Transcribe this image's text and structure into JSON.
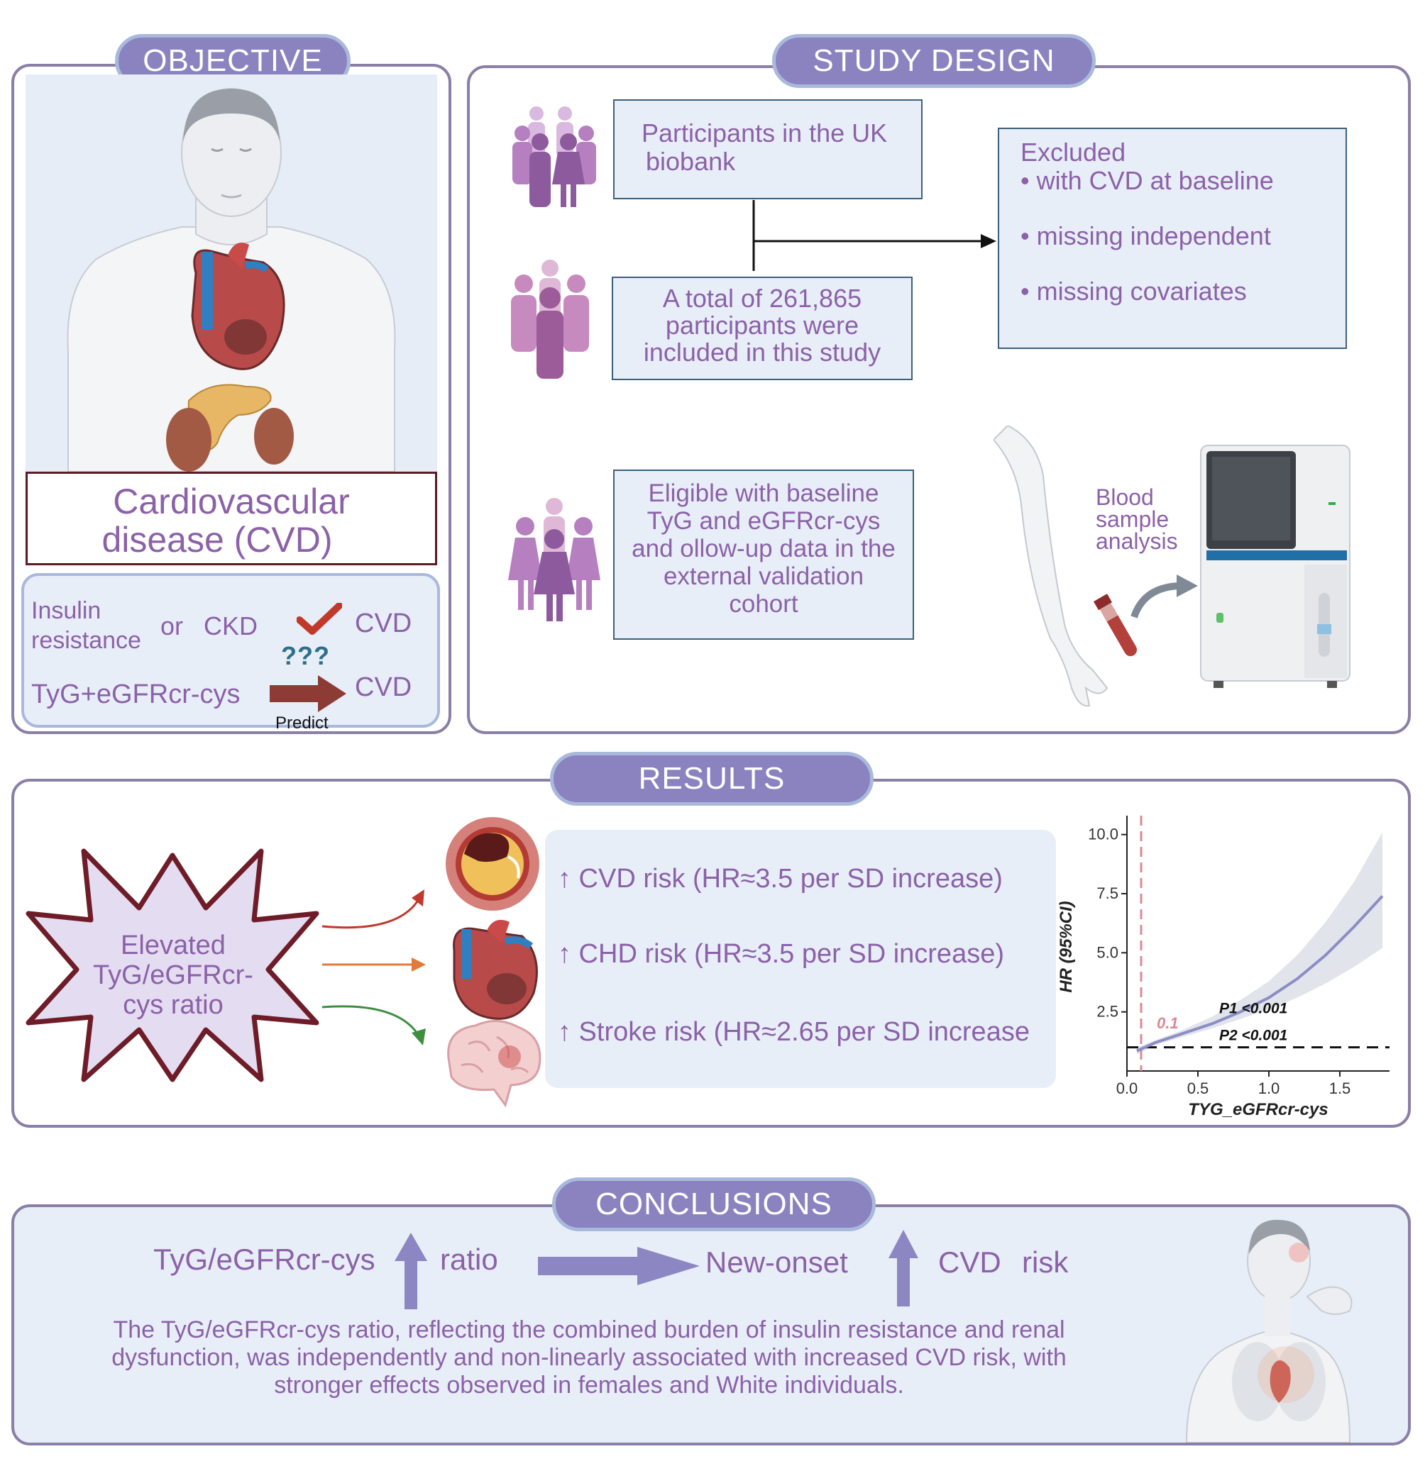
{
  "sections": {
    "objective": "OBJECTIVE",
    "study_design": "STUDY DESIGN",
    "results": "RESULTS",
    "conclusions": "CONCLUSIONS"
  },
  "objective": {
    "cvd_title_line1": "Cardiovascular",
    "cvd_title_line2": "disease (CVD)",
    "insulin_line1": "Insulin",
    "insulin_line2": "resistance",
    "or_text": "or",
    "ckd": "CKD",
    "cvd_a": "CVD",
    "tyg_label": "TyG+eGFRcr-cys",
    "question_marks": "???",
    "cvd_b": "CVD",
    "predict": "Predict"
  },
  "study_design": {
    "participants_line1": "Participants in the UK",
    "participants_line2": "biobank",
    "excluded_title": "Excluded",
    "excluded_items": [
      "with CVD at baseline",
      "missing independent",
      "missing covariates"
    ],
    "total_line1": "A total of 261,865",
    "total_line2": "participants were",
    "total_line3": "included in this study",
    "eligible_lines": [
      "Eligible with baseline",
      "TyG and eGFRcr-cys",
      "and ollow-up data in the",
      "external validation",
      "cohort"
    ],
    "blood_line1": "Blood",
    "blood_line2": "sample",
    "blood_line3": "analysis"
  },
  "results": {
    "star_line1": "Elevated",
    "star_line2": "TyG/eGFRcr-",
    "star_line3": "cys ratio",
    "risks": [
      "↑ CVD risk (HR≈3.5 per SD increase)",
      "↑ CHD risk (HR≈3.5 per SD increase)",
      "↑ Stroke risk (HR≈2.65 per SD increase"
    ]
  },
  "conclusions": {
    "tyg_ratio_a": "TyG/eGFRcr-cys",
    "tyg_ratio_b": "ratio",
    "new_onset": "New-onset",
    "cvd": "CVD",
    "risk": "risk",
    "summary_line1": "The TyG/eGFRcr-cys ratio, reflecting the combined burden of insulin resistance and renal",
    "summary_line2": "dysfunction, was independently and non-linearly associated with increased CVD risk, with",
    "summary_line3": "stronger effects observed in females and White individuals."
  },
  "colors": {
    "pill": "#8b82c0",
    "panel_border": "#8a7fa6",
    "text_purple": "#8b61a8",
    "box_fill": "#e8eef8",
    "curve": "#8c8dc4",
    "threshold": "#d98a96",
    "arrow_red": "#c0392b",
    "arrow_orange": "#e07b39",
    "arrow_green": "#3e8e41"
  },
  "chart_data": {
    "type": "line",
    "title": "",
    "xlabel": "TYG_eGFRcr-cys",
    "ylabel": "HR (95%CI)",
    "xlim": [
      0,
      1.85
    ],
    "ylim": [
      0,
      10.5
    ],
    "x_ticks": [
      0.0,
      0.5,
      1.0,
      1.5
    ],
    "x_tick_labels": [
      "0.0",
      "0.5",
      "1.0",
      "1.5"
    ],
    "y_ticks": [
      2.5,
      5.0,
      7.5,
      10.0
    ],
    "y_tick_labels": [
      "2.5",
      "5.0",
      "7.5",
      "10.0"
    ],
    "reference_hr": 1.0,
    "threshold_x": 0.1,
    "threshold_label": "0.1",
    "annotations": [
      "P1 <0.001",
      "P2 <0.001"
    ],
    "series": [
      {
        "x": [
          0.07,
          0.2,
          0.4,
          0.6,
          0.8,
          1.0,
          1.2,
          1.4,
          1.6,
          1.8
        ],
        "y": [
          0.85,
          1.2,
          1.6,
          2.0,
          2.5,
          3.1,
          3.9,
          4.9,
          6.1,
          7.4
        ],
        "lower": [
          0.7,
          1.1,
          1.45,
          1.8,
          2.2,
          2.6,
          3.1,
          3.7,
          4.4,
          5.2
        ],
        "upper": [
          1.0,
          1.3,
          1.75,
          2.3,
          3.0,
          3.8,
          4.9,
          6.3,
          8.0,
          10.1
        ]
      }
    ]
  }
}
